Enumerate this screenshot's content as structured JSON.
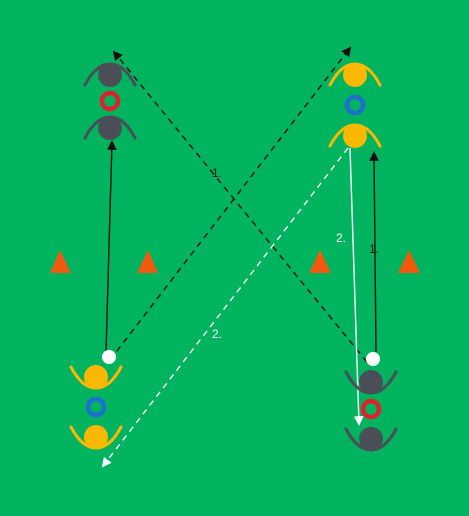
{
  "field": {
    "color": "#00b35f"
  },
  "colors": {
    "team_dark": "#4a4f57",
    "team_yellow": "#fbb800",
    "marker_red": "#e0202a",
    "marker_blue": "#1f6fd1",
    "cone": "#f05a0f",
    "ball": "#ffffff",
    "pass_line": "#111111",
    "run_line": "#ffffff"
  },
  "labels": {
    "pass_dark_diag": "1.",
    "pass_dark_vert": "1.",
    "pass_yellow_diag": "2.",
    "pass_yellow_vert": "2."
  },
  "icons": {
    "player": "player-icon",
    "ring": "ring-marker-icon",
    "cone": "cone-icon",
    "ball": "ball-icon",
    "arrow": "arrowhead-icon"
  }
}
